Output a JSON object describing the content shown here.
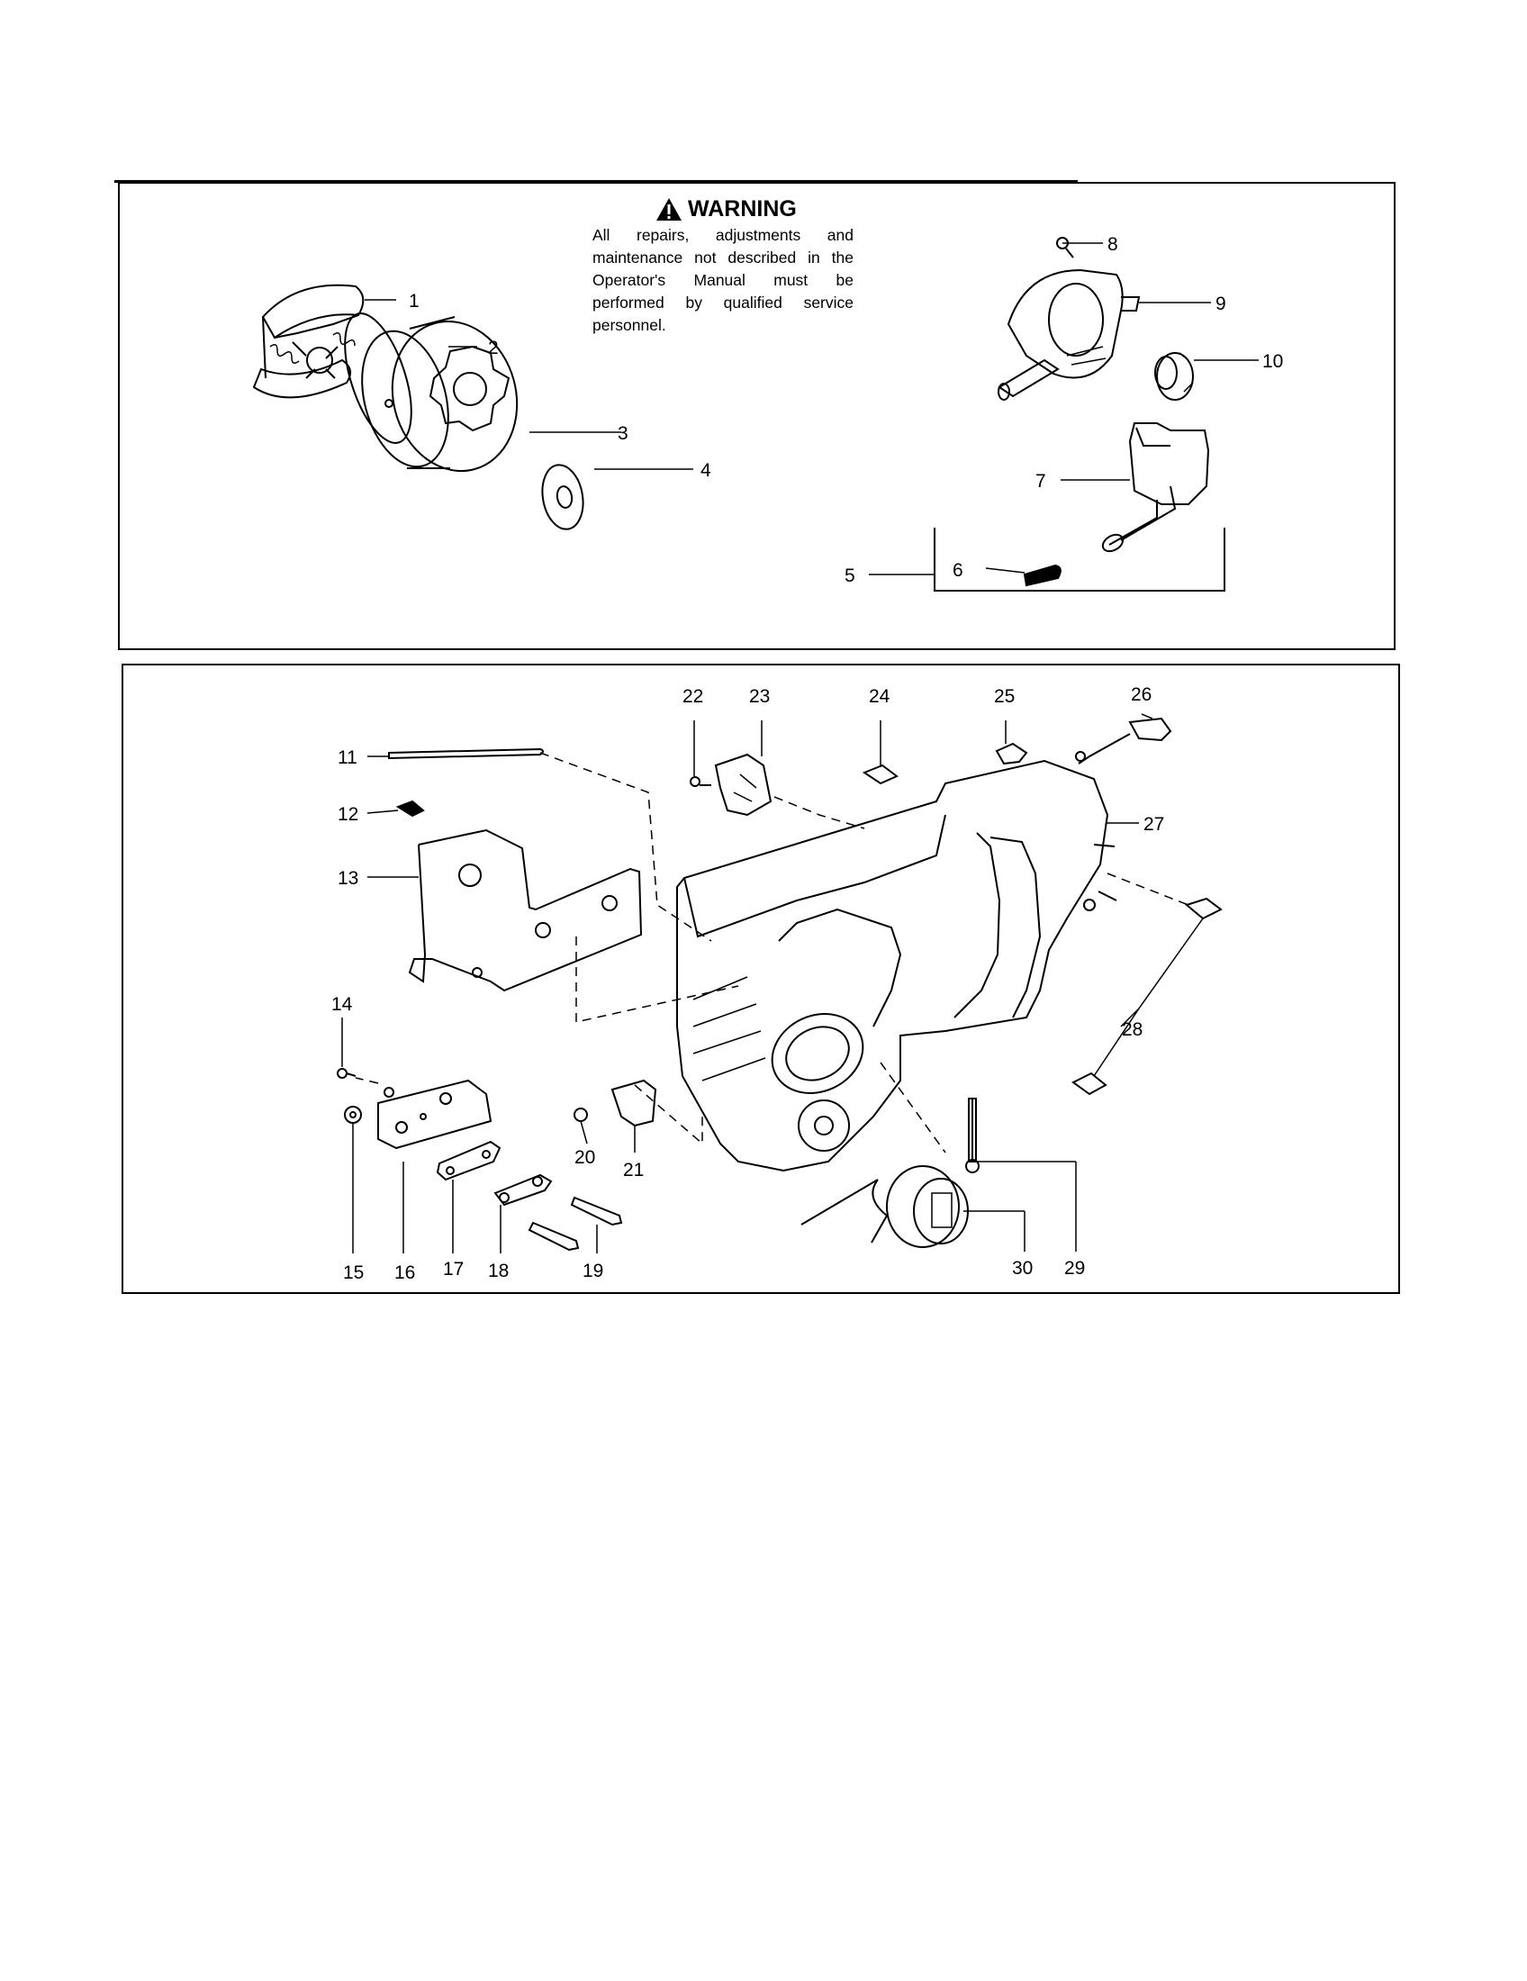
{
  "warning": {
    "title": "WARNING",
    "text": "All repairs, adjustments and maintenance not described in the Operator's Manual must be performed by qualified service personnel."
  },
  "callouts": {
    "c1": "1",
    "c2": "2",
    "c3": "3",
    "c4": "4",
    "c5": "5",
    "c6": "6",
    "c7": "7",
    "c8": "8",
    "c9": "9",
    "c10": "10",
    "c11": "11",
    "c12": "12",
    "c13": "13",
    "c14": "14",
    "c15": "15",
    "c16": "16",
    "c17": "17",
    "c18": "18",
    "c19": "19",
    "c20": "20",
    "c21": "21",
    "c22": "22",
    "c23": "23",
    "c24": "24",
    "c25": "25",
    "c26": "26",
    "c27": "27",
    "c28": "28",
    "c29": "29",
    "c30": "30"
  },
  "icons": {
    "warning": "warning-triangle-icon"
  }
}
